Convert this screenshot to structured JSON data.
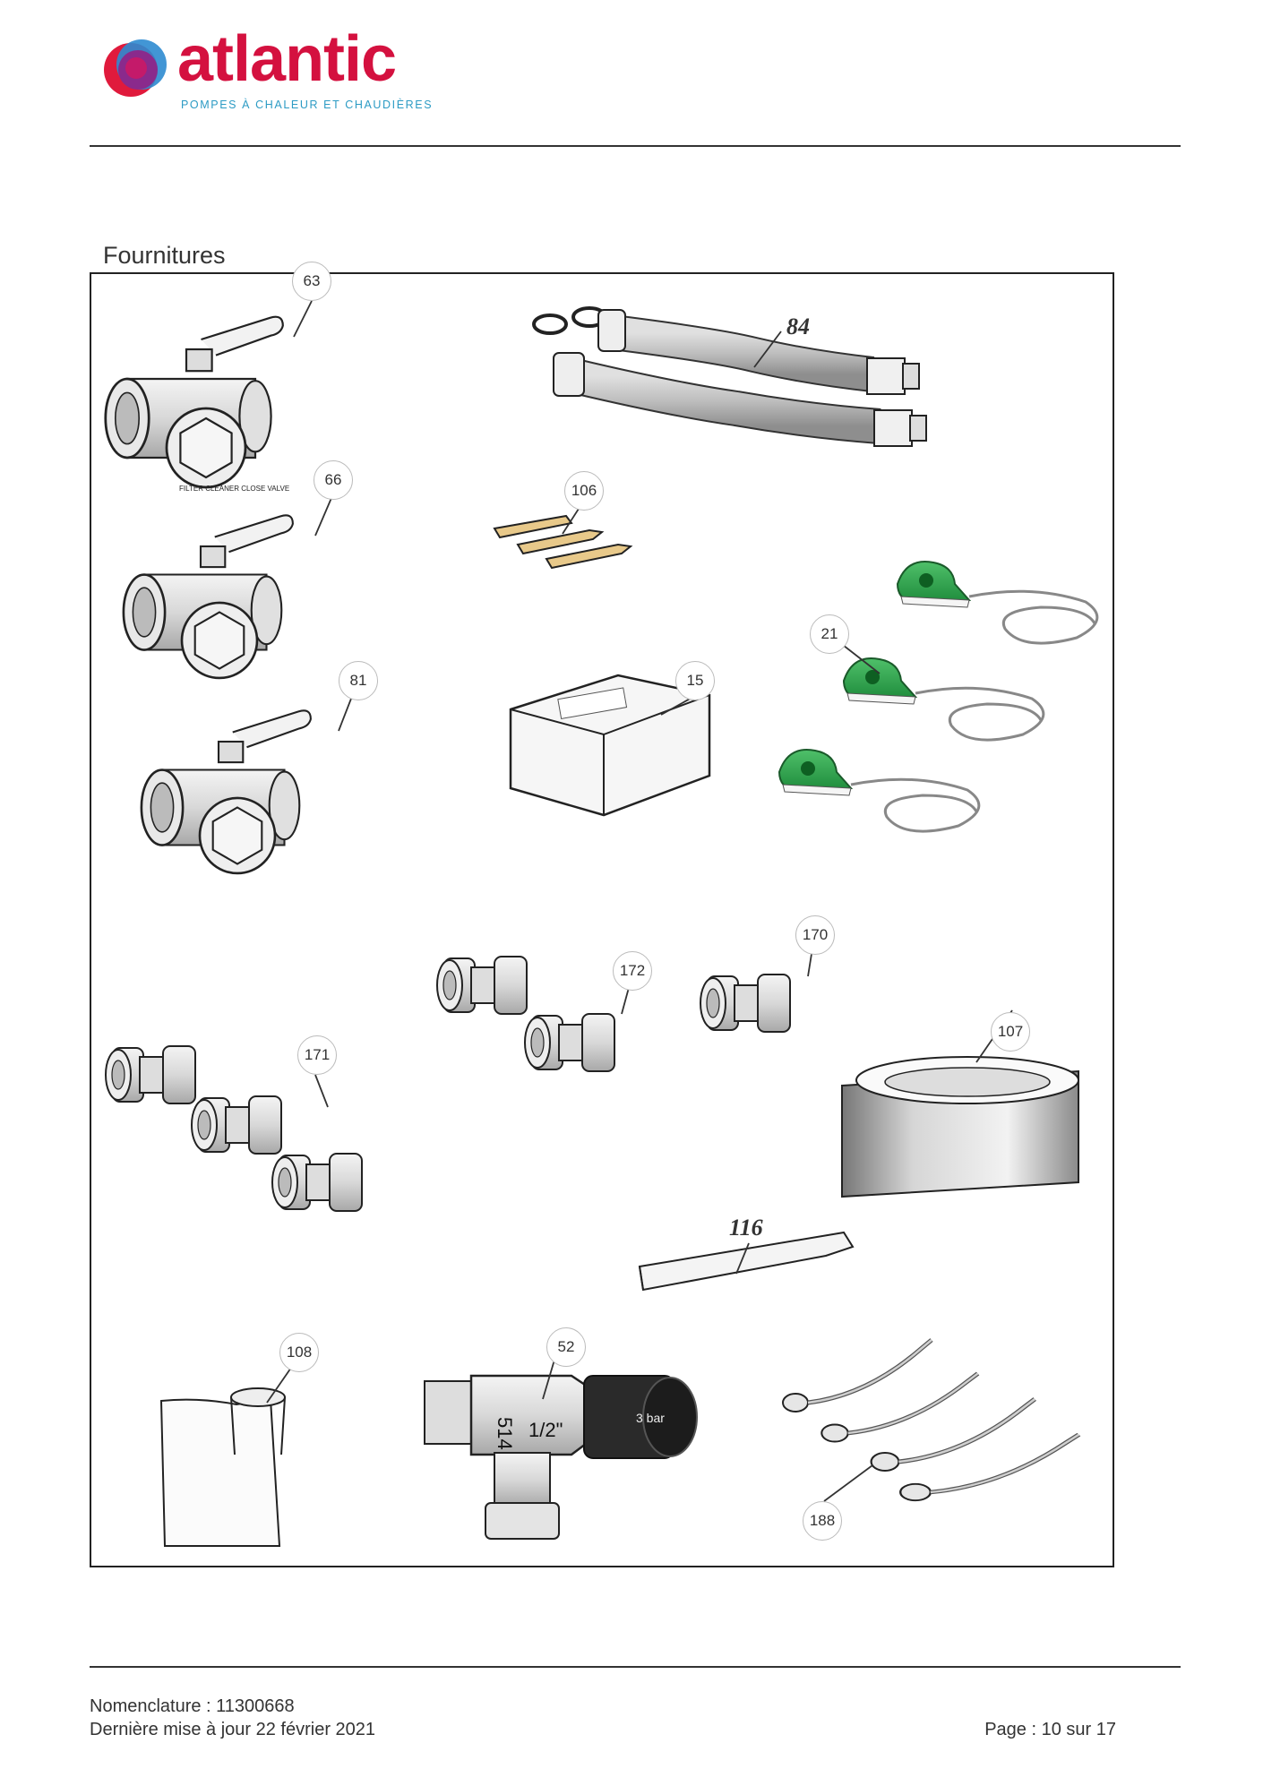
{
  "header": {
    "brand": "atlantic",
    "tagline": "POMPES À CHALEUR ET CHAUDIÈRES",
    "brand_color": "#d4113f",
    "tagline_color": "#2c9bc4",
    "logo_icon": "atlantic-swirl-logo"
  },
  "section": {
    "title": "Fournitures"
  },
  "callouts": {
    "c63": "63",
    "c66": "66",
    "c81": "81",
    "c84": "84",
    "c106": "106",
    "c21": "21",
    "c15": "15",
    "c170": "170",
    "c172": "172",
    "c171": "171",
    "c107": "107",
    "c116": "116",
    "c108": "108",
    "c52": "52",
    "c188": "188"
  },
  "part_markings": {
    "valve_cap": "FILTER CLEANER CLOSE VALVE",
    "relief_valve_code": "514",
    "relief_valve_size": "1/2\"",
    "relief_valve_pressure": "3 bar"
  },
  "footer": {
    "nomenclature": "Nomenclature : 11300668",
    "updated": "Dernière mise à jour 22 février 2021",
    "page": "Page : 10 sur 17"
  }
}
